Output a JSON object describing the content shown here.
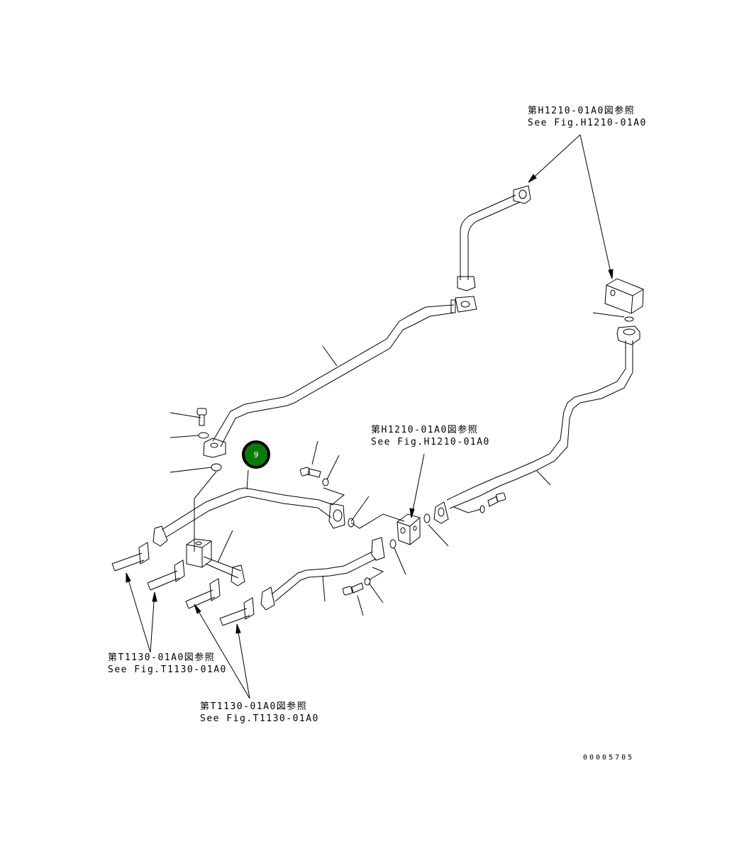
{
  "drawing": {
    "type": "exploded parts diagram - hydraulic piping",
    "line_color": "#000000",
    "background": "#ffffff"
  },
  "references": [
    {
      "id": "ref-h1210-top",
      "line_jp": "第H1210-01A0図参照",
      "line_en": "See Fig.H1210-01A0"
    },
    {
      "id": "ref-h1210-mid",
      "line_jp": "第H1210-01A0図参照",
      "line_en": "See Fig.H1210-01A0"
    },
    {
      "id": "ref-t1130-left",
      "line_jp": "第T1130-01A0図参照",
      "line_en": "See Fig.T1130-01A0"
    },
    {
      "id": "ref-t1130-bottom",
      "line_jp": "第T1130-01A0図参照",
      "line_en": "See Fig.T1130-01A0"
    }
  ],
  "callout": {
    "number": "9",
    "fill": "#0a7a0a",
    "border": "#000000"
  },
  "document_number": "00005705"
}
